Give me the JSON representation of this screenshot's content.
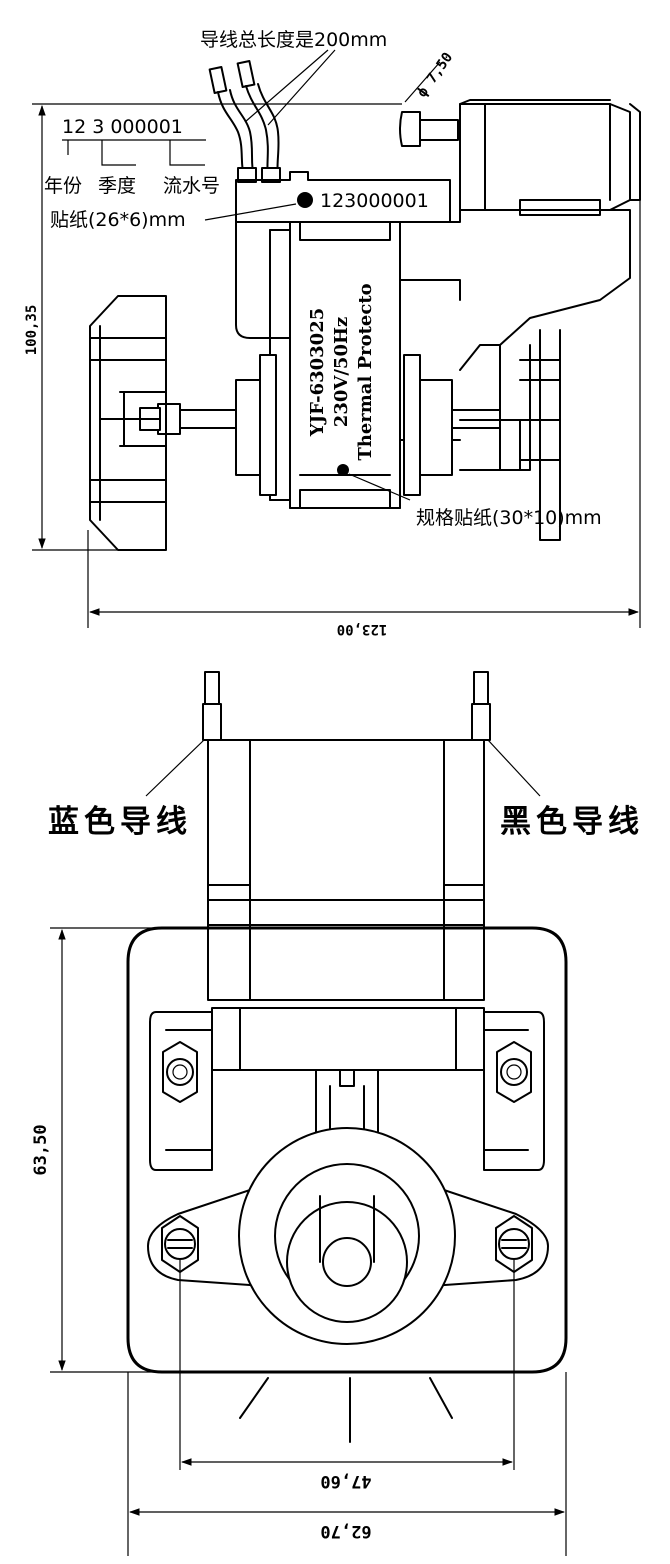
{
  "top_view": {
    "lead_length_note": "导线总长度是200mm",
    "diameter_label": "ϕ 7,50",
    "serial_code": "12 3 000001",
    "serial_parts": [
      "年份",
      "季度",
      "流水号"
    ],
    "sticker_code": "123000001",
    "sticker_note": "贴纸(26*6)mm",
    "spec_lines": [
      "YJF-6303025",
      "230V/50Hz",
      "Thermal Protecto"
    ],
    "spec_sticker_note": "规格贴纸(30*10)mm",
    "height_dim": "100,35",
    "width_dim": "123,00"
  },
  "bottom_view": {
    "blue_wire": "蓝色导线",
    "black_wire": "黑色导线",
    "height_dim": "63,50",
    "hole_spacing_dim": "47,60",
    "width_dim": "62,70"
  }
}
